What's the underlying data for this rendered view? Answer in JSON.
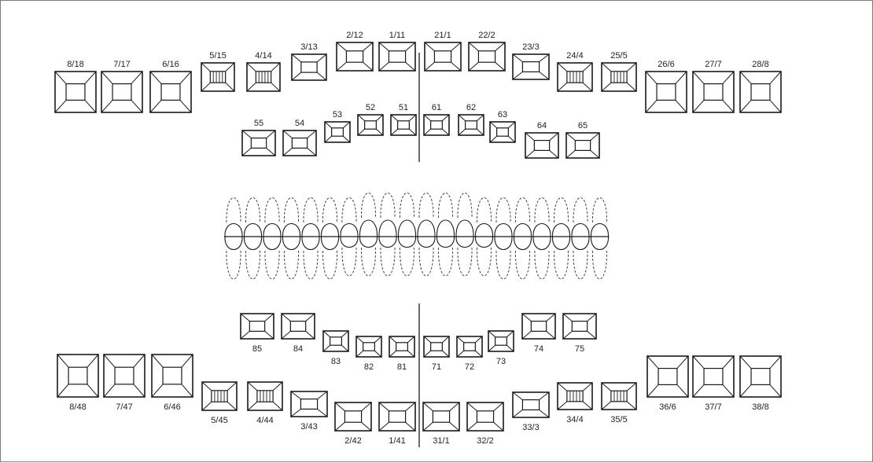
{
  "stroke_color": "#1a1a1a",
  "upper_permanent": [
    "8/18",
    "7/17",
    "6/16",
    "5/15",
    "4/14",
    "3/13",
    "2/12",
    "1/11",
    "21/1",
    "22/2",
    "23/3",
    "24/4",
    "25/5",
    "26/6",
    "27/7",
    "28/8"
  ],
  "upper_primary": [
    "55",
    "54",
    "53",
    "52",
    "51",
    "61",
    "62",
    "63",
    "64",
    "65"
  ],
  "lower_primary": [
    "85",
    "84",
    "83",
    "82",
    "81",
    "71",
    "72",
    "73",
    "74",
    "75"
  ],
  "lower_permanent": [
    "8/48",
    "7/47",
    "6/46",
    "5/45",
    "4/44",
    "3/43",
    "2/42",
    "1/41",
    "31/1",
    "32/2",
    "33/3",
    "34/4",
    "35/5",
    "36/6",
    "37/7",
    "38/8"
  ],
  "teeth_illustration": {
    "icon": "dentition-drawing-icon"
  }
}
